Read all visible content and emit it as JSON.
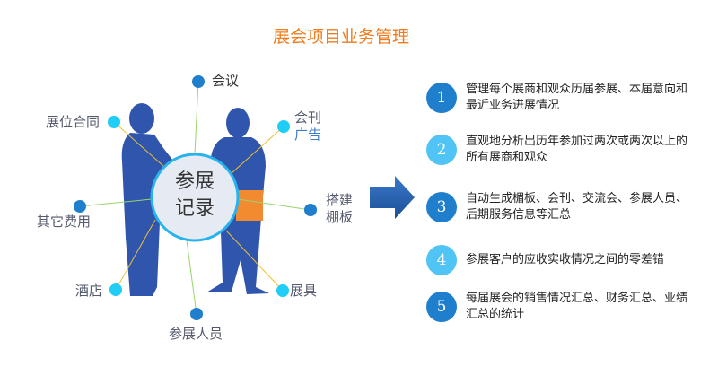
{
  "title": "展会项目业务管理",
  "center": {
    "line1": "参展",
    "line2": "记录"
  },
  "nodes": {
    "meeting": "会议",
    "contract": "展位合同",
    "journal_1": "会刊",
    "journal_2": "广告",
    "booth_1": "搭建",
    "booth_2": "棚板",
    "other": "其它费用",
    "hotel": "酒店",
    "equipment": "展具",
    "staff": "参展人员"
  },
  "features": [
    {
      "num": "1",
      "text": "管理每个展商和观众历届参展、本届意向和最近业务进展情况"
    },
    {
      "num": "2",
      "text": "直观地分析出历年参加过两次或两次以上的所有展商和观众"
    },
    {
      "num": "3",
      "text": "自动生成楣板、会刊、交流会、参展人员、后期服务信息等汇总"
    },
    {
      "num": "4",
      "text": "参展客户的应收实收情况之间的零差错"
    },
    {
      "num": "5",
      "text": "每届展会的销售情况汇总、财务汇总、业绩汇总的统计"
    }
  ],
  "colors": {
    "dark": "#1f7fcd",
    "light": "#50c4f4",
    "accent": "#f07c1e",
    "silhouette": "#2f55ad"
  }
}
